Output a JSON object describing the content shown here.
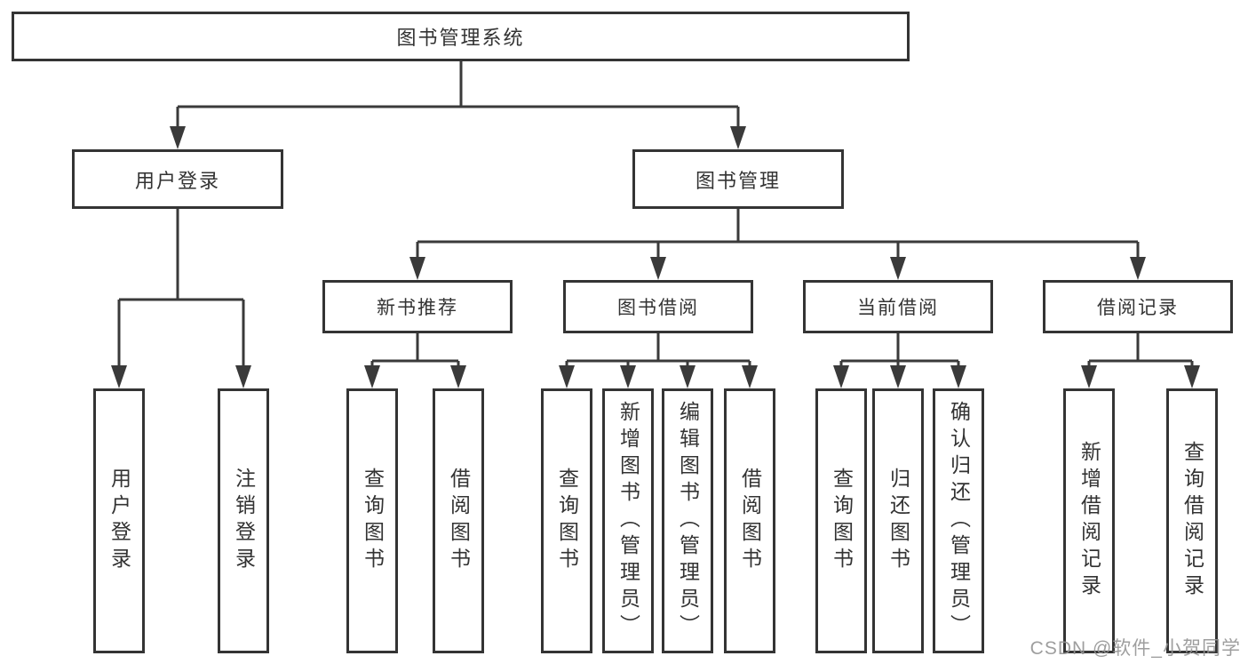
{
  "diagram_type": "hierarchy-tree",
  "colors": {
    "background": "#ffffff",
    "line": "#3a3a3a",
    "box_border": "#343434",
    "box_fill": "#ffffff",
    "text": "#333333",
    "watermark": "#949494"
  },
  "tree": {
    "label": "图书管理系统",
    "children": [
      {
        "label": "用户登录",
        "children": [
          {
            "label": "用户登录"
          },
          {
            "label": "注销登录"
          }
        ]
      },
      {
        "label": "图书管理",
        "children": [
          {
            "label": "新书推荐",
            "children": [
              {
                "label": "查询图书"
              },
              {
                "label": "借阅图书"
              }
            ]
          },
          {
            "label": "图书借阅",
            "children": [
              {
                "label": "查询图书"
              },
              {
                "label": "新增图书（管理员）"
              },
              {
                "label": "编辑图书（管理员）"
              },
              {
                "label": "借阅图书"
              }
            ]
          },
          {
            "label": "当前借阅",
            "children": [
              {
                "label": "查询图书"
              },
              {
                "label": "归还图书"
              },
              {
                "label": "确认归还（管理员）"
              }
            ]
          },
          {
            "label": "借阅记录",
            "children": [
              {
                "label": "新增借阅记录"
              },
              {
                "label": "查询借阅记录"
              }
            ]
          }
        ]
      }
    ]
  },
  "watermark": "CSDN @软件_小贺同学"
}
